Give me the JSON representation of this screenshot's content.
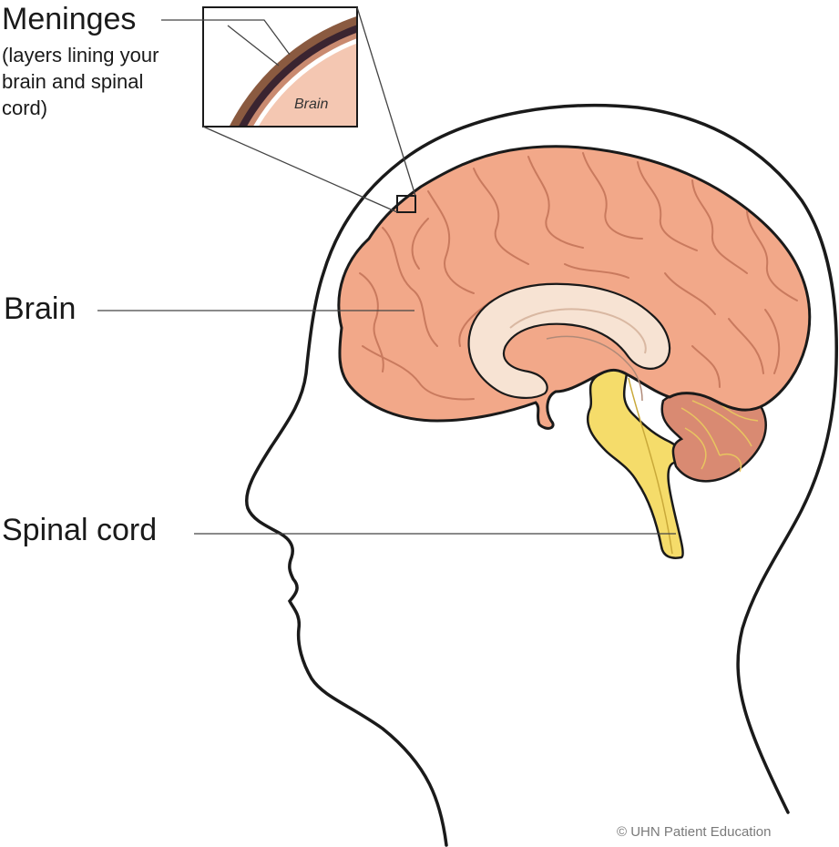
{
  "labels": {
    "meninges": "Meninges",
    "meninges_description": "(layers lining your brain and spinal cord)",
    "brain": "Brain",
    "spinal_cord": "Spinal cord",
    "inset_brain": "Brain"
  },
  "credit": "© UHN Patient Education",
  "colors": {
    "outline": "#1a1a1a",
    "brain_fill": "#f2a889",
    "brain_sulci": "#c97a5e",
    "corpus_callosum": "#f7e3d3",
    "spinal_cord": "#f5dc6a",
    "cerebellum": "#d98a72",
    "meninges_dark": "#3a2430",
    "meninges_brown": "#8a5a40",
    "leader_line": "#444444"
  }
}
